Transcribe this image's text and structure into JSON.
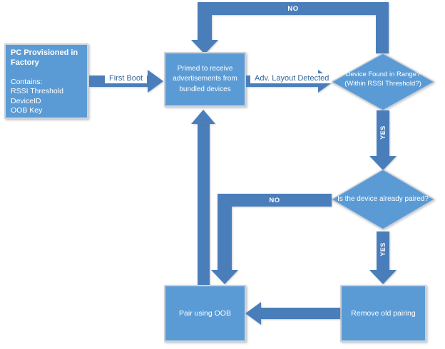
{
  "diagram": {
    "nodes": {
      "factory": {
        "title": "PC Provisioned in Factory",
        "contains_heading": "Contains:",
        "items": [
          "RSSI Threshold",
          "DeviceID",
          "OOB Key"
        ]
      },
      "primed": {
        "label": "Primed to receive advertisements from bundled devices"
      },
      "device_found": {
        "line1": "Device Found in Range?",
        "line2": "(Within RSSI Threshold?)"
      },
      "already_paired": {
        "label": "Is the device already paired?"
      },
      "pair_oob": {
        "label": "Pair using OOB"
      },
      "remove_pairing": {
        "label": "Remove old pairing"
      }
    },
    "edges": {
      "first_boot": "First Boot",
      "adv_layout": "Adv. Layout Detected",
      "not_found_no": "NO",
      "found_yes": "YES",
      "not_paired_no": "NO",
      "paired_yes": "YES"
    },
    "colors": {
      "node_fill": "#5B9BD5",
      "node_border": "#CDD3D9",
      "arrow_fill": "#4A7EBB",
      "edge_label_text": "#31659C",
      "node_text": "#FFFFFF"
    }
  }
}
